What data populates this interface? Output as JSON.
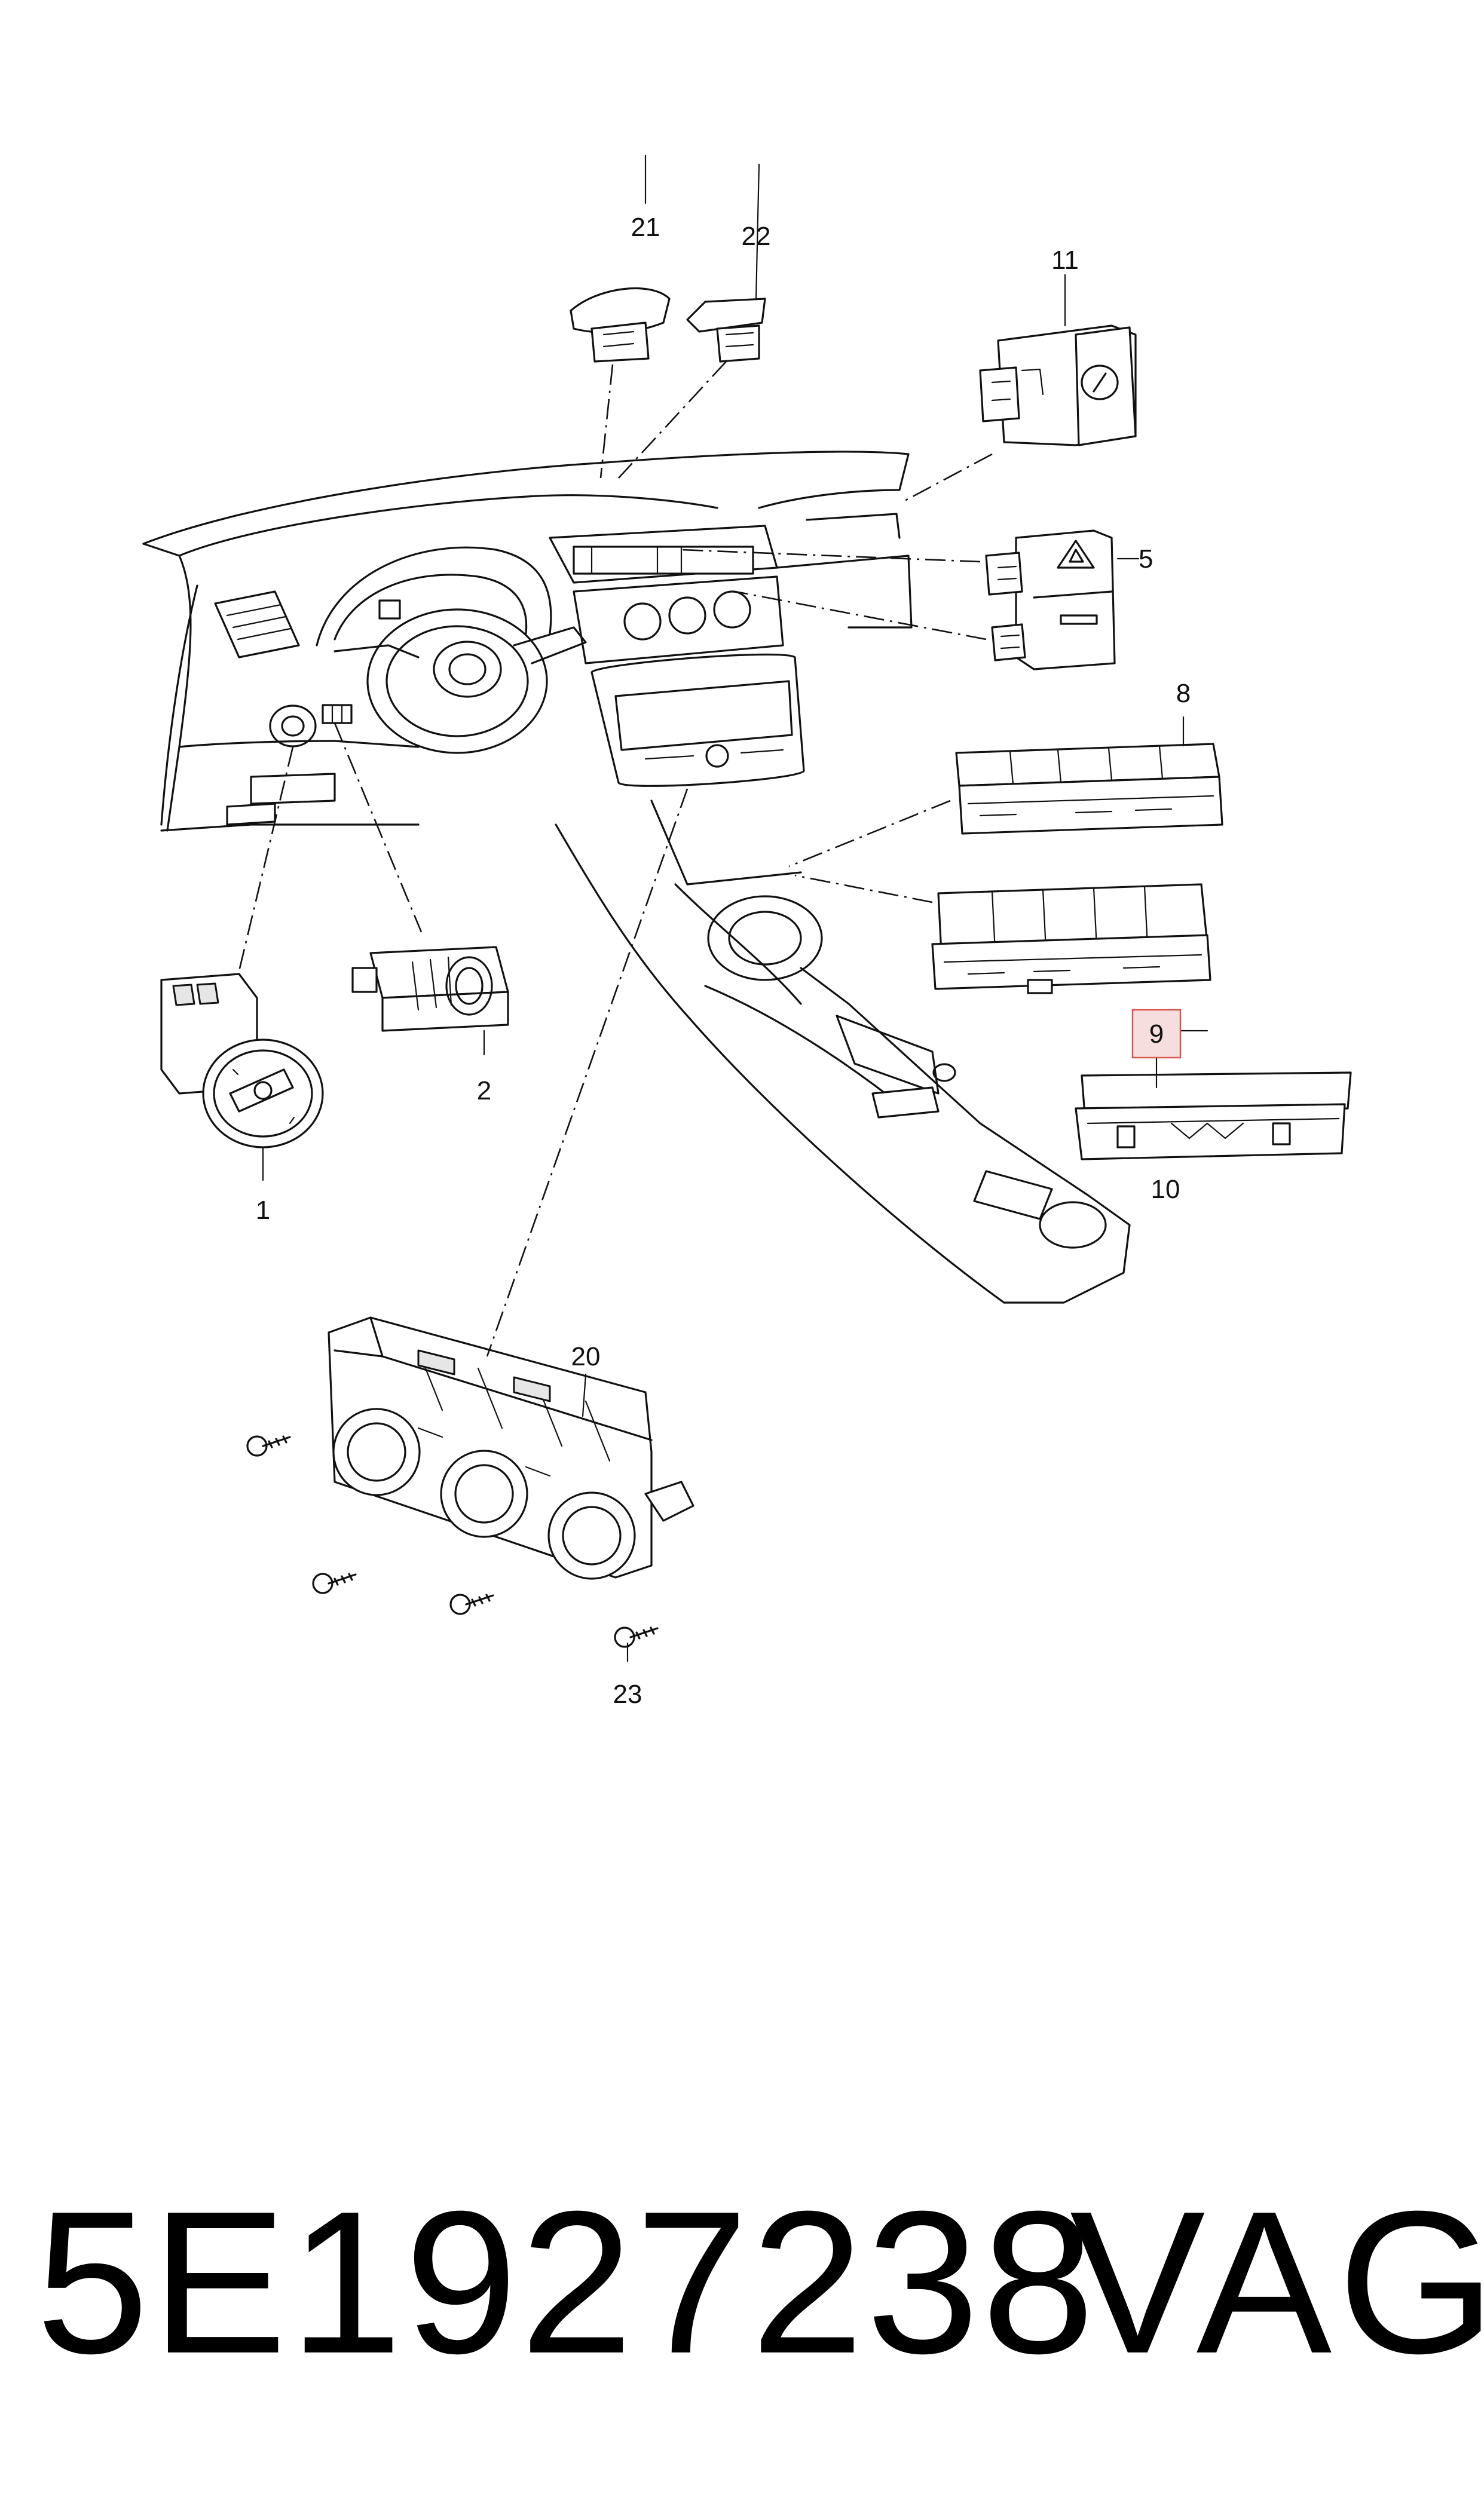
{
  "callouts": {
    "c1": "1",
    "c2": "2",
    "c5": "5",
    "c8": "8",
    "c9": "9",
    "c10": "10",
    "c11": "11",
    "c20": "20",
    "c21": "21",
    "c22": "22",
    "c23": "23"
  },
  "highlighted_callout": "9",
  "footer": {
    "part_number": "5E1927238",
    "brand": "VAG"
  },
  "colors": {
    "line": "#111111",
    "highlight_fill": "#f7dede",
    "highlight_stroke": "#d9534f"
  }
}
